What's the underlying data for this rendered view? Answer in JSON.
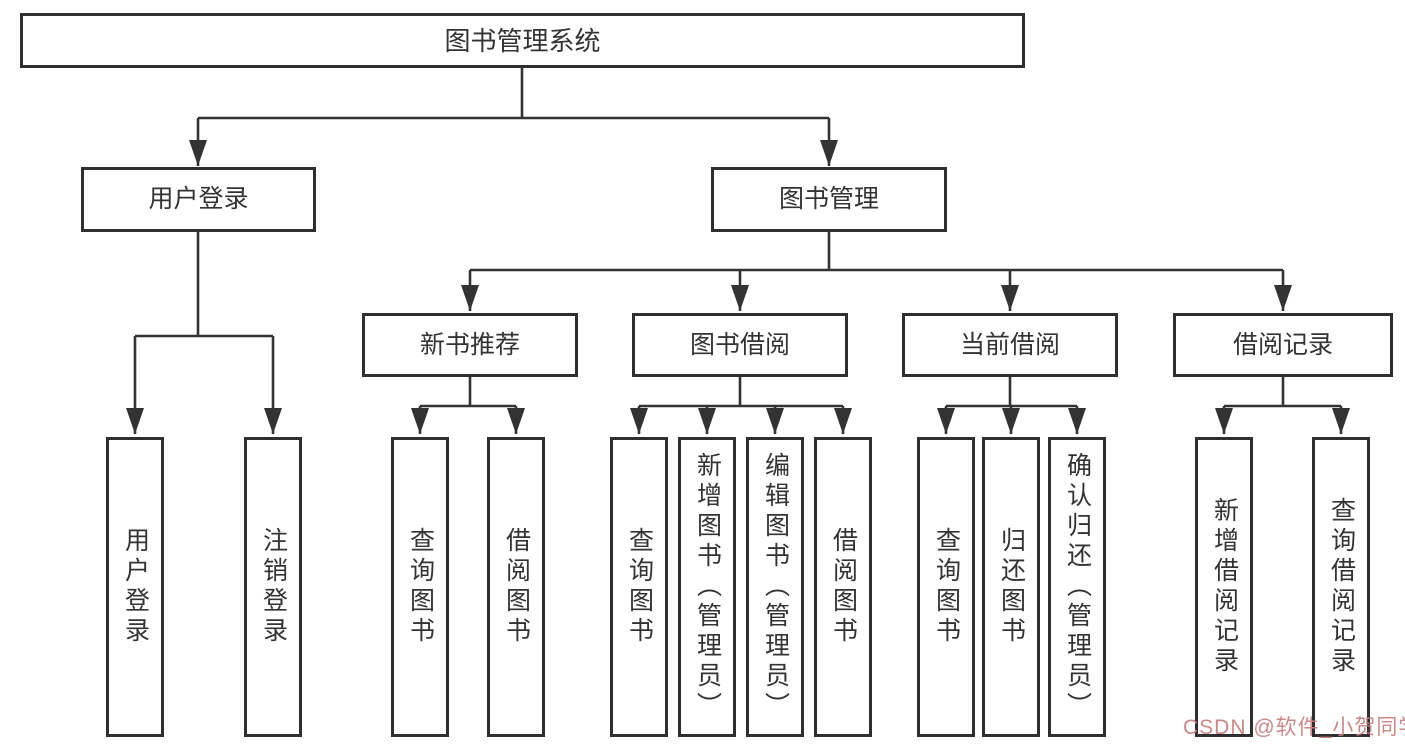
{
  "nodes": {
    "root": {
      "label": "图书管理系统"
    },
    "level2": {
      "user_login": {
        "label": "用户登录"
      },
      "book_management": {
        "label": "图书管理"
      }
    },
    "level3": {
      "new_book_recommend": {
        "label": "新书推荐"
      },
      "book_borrowing": {
        "label": "图书借阅"
      },
      "current_borrowing": {
        "label": "当前借阅"
      },
      "borrowing_records": {
        "label": "借阅记录"
      }
    },
    "leaves": {
      "user_login": {
        "label": "用户登录"
      },
      "logout": {
        "label": "注销登录"
      },
      "recommend_query_books": {
        "label": "查询图书"
      },
      "recommend_borrow_books": {
        "label": "借阅图书"
      },
      "borrowing_query_books": {
        "label": "查询图书"
      },
      "borrowing_add_books": {
        "label": "新增图书（管理员）"
      },
      "borrowing_edit_books": {
        "label": "编辑图书（管理员）"
      },
      "borrowing_borrow_books": {
        "label": "借阅图书"
      },
      "current_query_books": {
        "label": "查询图书"
      },
      "current_return_books": {
        "label": "归还图书"
      },
      "current_confirm_return": {
        "label": "确认归还（管理员）"
      },
      "records_add_record": {
        "label": "新增借阅记录"
      },
      "records_query_record": {
        "label": "查询借阅记录"
      }
    }
  },
  "watermark": {
    "text": "CSDN @软件_小贺同学"
  },
  "colors": {
    "line": "#333333",
    "box_border": "#2f2f2f",
    "text": "#333333",
    "watermark": "#c97d7d",
    "background": "#ffffff"
  }
}
